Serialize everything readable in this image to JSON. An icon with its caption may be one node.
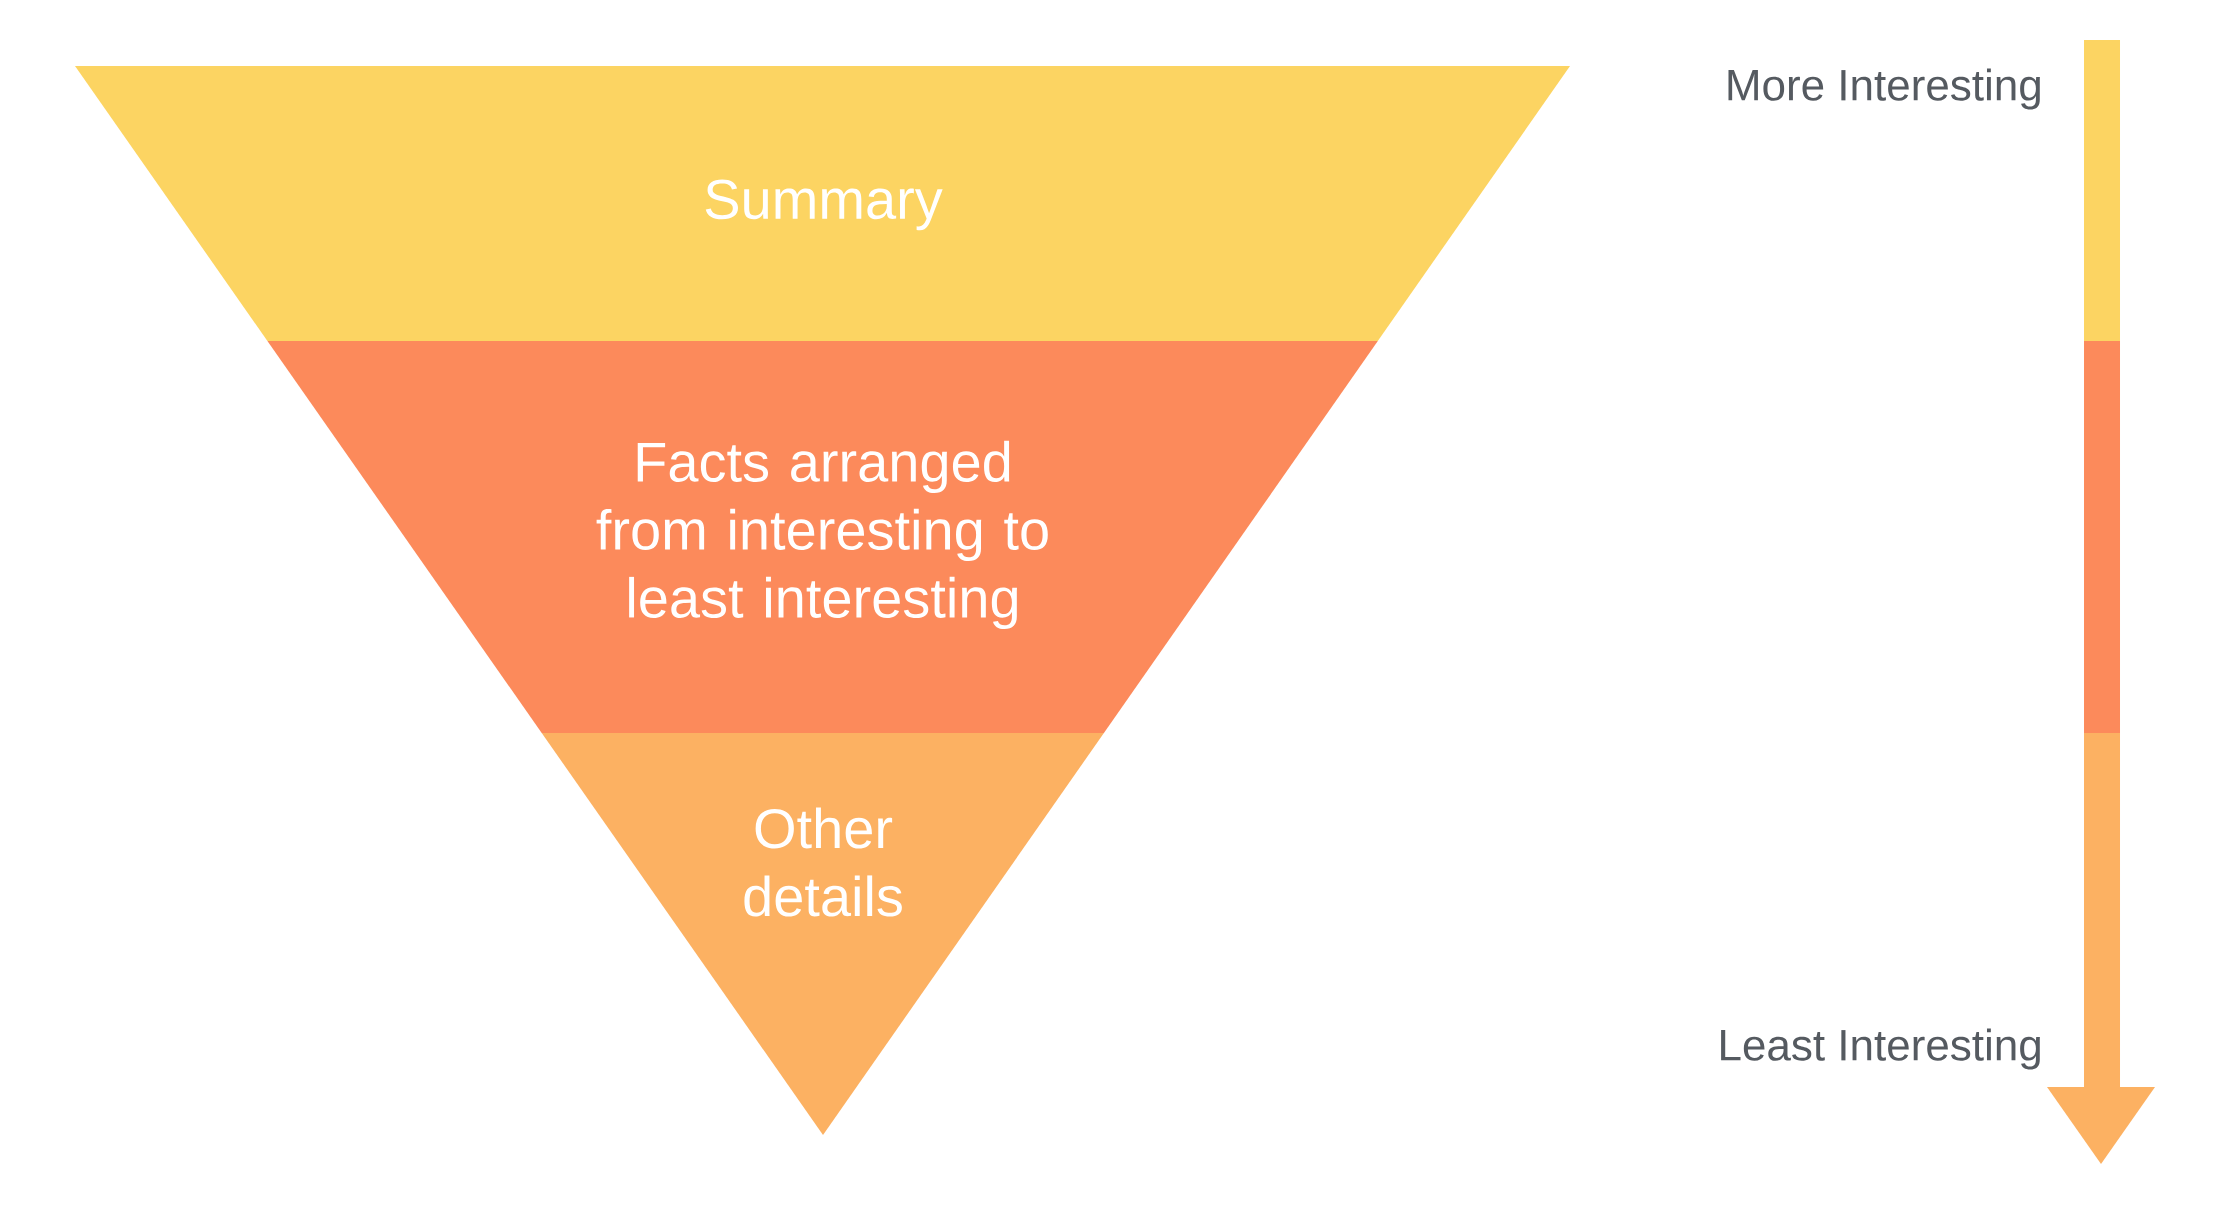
{
  "diagram": {
    "nodes": [
      {
        "text": [
          "Summary"
        ]
      },
      {
        "text": [
          "Facts arranged from interesting to least interesting"
        ]
      },
      {
        "text": [
          "Other details"
        ]
      }
    ],
    "labels": [
      "More Interesting",
      "Least Interesting"
    ]
  }
}
